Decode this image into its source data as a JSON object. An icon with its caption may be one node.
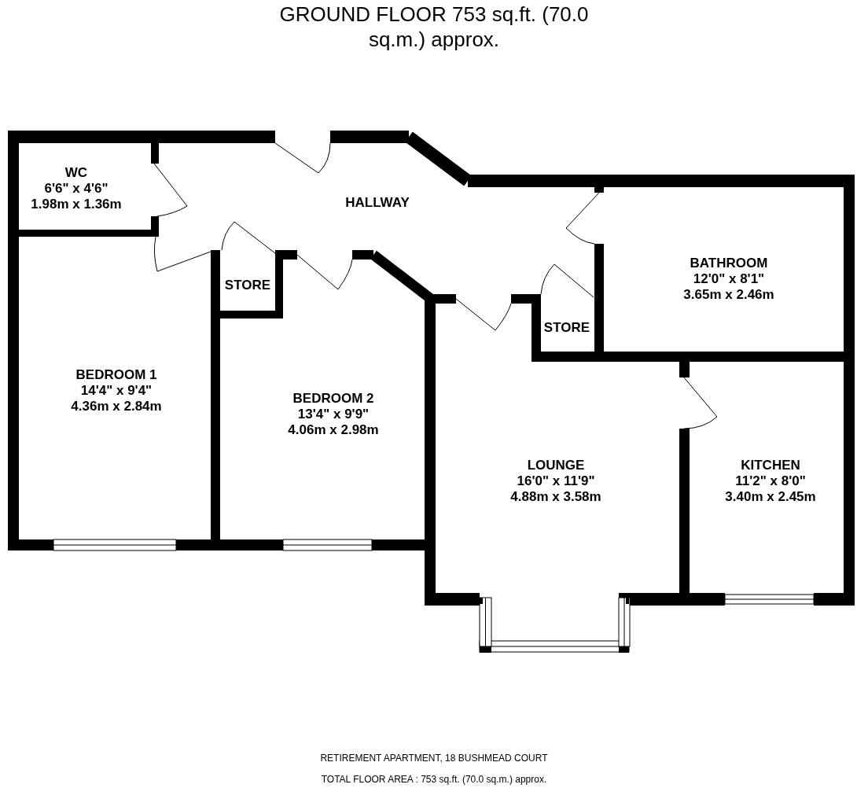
{
  "diagram": {
    "title": "GROUND FLOOR 753 sq.ft. (70.0 sq.m.) approx.",
    "nodes": [
      {
        "text": [
          "WC",
          "6'6\" x 4'6\"",
          "1.98m x 1.36m"
        ]
      },
      {
        "text": [
          "HALLWAY"
        ]
      },
      {
        "text": [
          "BATHROOM",
          "12'0\" x 8'1\"",
          "3.65m x 2.46m"
        ]
      },
      {
        "text": [
          "STORE"
        ]
      },
      {
        "text": [
          "STORE"
        ]
      },
      {
        "text": [
          "BEDROOM 1",
          "14'4\" x 9'4\"",
          "4.36m x 2.84m"
        ]
      },
      {
        "text": [
          "BEDROOM 2",
          "13'4\" x 9'9\"",
          "4.06m x 2.98m"
        ]
      },
      {
        "text": [
          "LOUNGE",
          "16'0\" x 11'9\"",
          "4.88m x 3.58m"
        ]
      },
      {
        "text": [
          "KITCHEN",
          "11'2\" x 8'0\"",
          "3.40m x 2.45m"
        ]
      }
    ],
    "labels": [
      "RETIREMENT APARTMENT, 18 BUSHMEAD COURT",
      "TOTAL FLOOR AREA : 753 sq.ft. (70.0 sq.m.) approx."
    ]
  }
}
